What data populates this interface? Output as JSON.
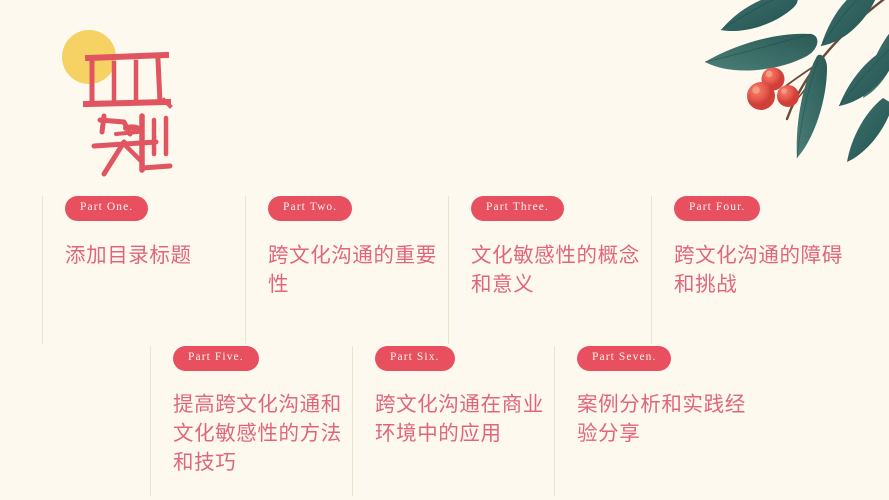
{
  "slide": {
    "background_color": "#fdf9ef",
    "accent_color": "#e8505f",
    "title_text_color": "#e0677a",
    "sun_color": "#f6d265",
    "divider_color": "#efe3cf",
    "leaf_color": "#2f6360",
    "berry_color": "#e8584e"
  },
  "title": {
    "char_1": "目",
    "char_2": "录",
    "full": "目录",
    "sun_icon": "sun-circle-icon",
    "branch_icon": "botanical-branch-icon"
  },
  "contents": {
    "row_top": [
      {
        "badge": "Part One.",
        "title": "添加目录标题"
      },
      {
        "badge": "Part Two.",
        "title": "跨文化沟通的重要性"
      },
      {
        "badge": "Part Three.",
        "title": "文化敏感性的概念和意义"
      },
      {
        "badge": "Part Four.",
        "title": "跨文化沟通的障碍和挑战"
      }
    ],
    "row_bottom": [
      {
        "badge": "Part Five.",
        "title": "提高跨文化沟通和文化敏感性的方法和技巧"
      },
      {
        "badge": "Part Six.",
        "title": "跨文化沟通在商业环境中的应用"
      },
      {
        "badge": "Part Seven.",
        "title": "案例分析和实践经验分享"
      }
    ]
  }
}
